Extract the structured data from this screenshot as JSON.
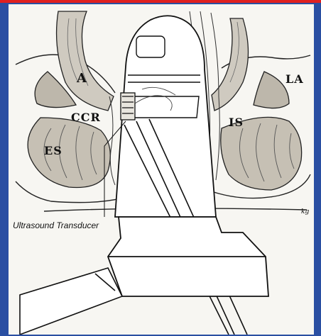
{
  "labels": {
    "a": "A",
    "la": "LA",
    "ccr": "CCR",
    "is": "IS",
    "es": "ES"
  },
  "caption": "Ultrasound Transducer",
  "signature": "kg",
  "colors": {
    "frame": "#2a4fa2",
    "top_edge": "#e02020",
    "paper": "#f7f6f2",
    "ink": "#111111"
  }
}
